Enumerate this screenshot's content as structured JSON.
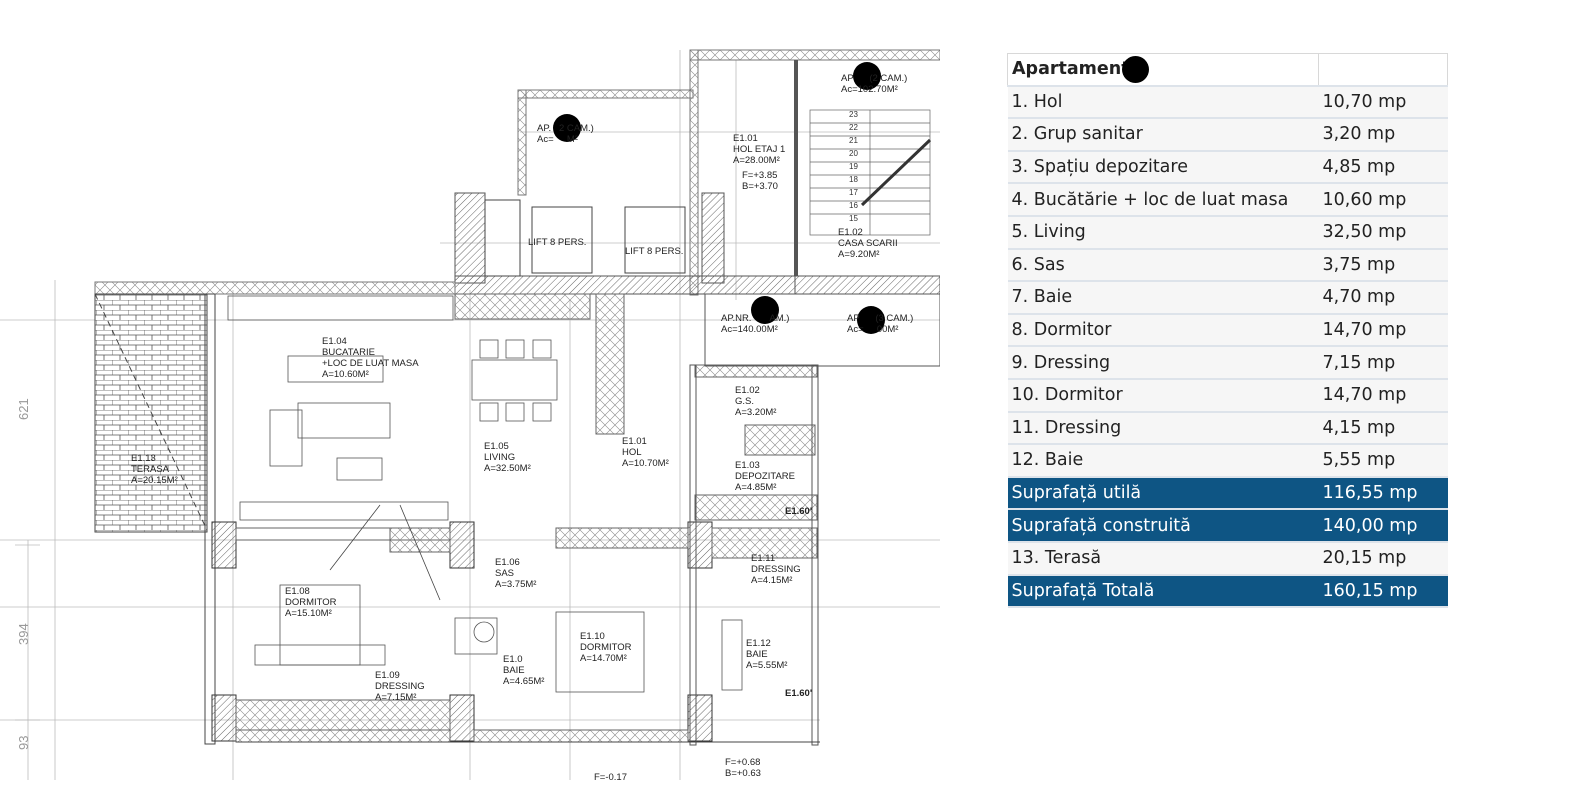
{
  "plan": {
    "rooms": [
      {
        "code": "E1.01",
        "name": "HOL ETAJ 1",
        "area": "A=28.00M²"
      },
      {
        "code": "E1.02",
        "name": "CASA SCARII",
        "area": "A=9.20M²"
      },
      {
        "code": "E1.04",
        "name": "BUCATARIE",
        "name2": "+LOC DE LUAT MASA",
        "area": "A=10.60M²"
      },
      {
        "code": "E1.05",
        "name": "LIVING",
        "area": "A=32.50M²"
      },
      {
        "code": "E1.01",
        "name": "HOL",
        "area": "A=10.70M²"
      },
      {
        "code": "E1.02",
        "name": "G.S.",
        "area": "A=3.20M²"
      },
      {
        "code": "E1.03",
        "name": "DEPOZITARE",
        "area": "A=4.85M²"
      },
      {
        "code": "E1.13",
        "name": "TERASA",
        "area": "A=20.15M²"
      },
      {
        "code": "E1.06",
        "name": "SAS",
        "area": "A=3.75M²"
      },
      {
        "code": "E1.08",
        "name": "DORMITOR",
        "area": "A=15.10M²"
      },
      {
        "code": "E1.09",
        "name": "DRESSING",
        "area": "A=7.15M²"
      },
      {
        "code": "E1.0",
        "name": "BAIE",
        "area": "A=4.65M²"
      },
      {
        "code": "E1.10",
        "name": "DORMITOR",
        "area": "A=14.70M²"
      },
      {
        "code": "E1.11",
        "name": "DRESSING",
        "area": "A=4.15M²"
      },
      {
        "code": "E1.12",
        "name": "BAIE",
        "area": "A=5.55M²"
      }
    ],
    "apartments": [
      {
        "name": "AP.   2 CAM.)",
        "area": "Ac=     M²"
      },
      {
        "name": "AP      (2 CAM.)",
        "area": "Ac=102.70M²"
      },
      {
        "name": "AP.NR.       AM.)",
        "area": "Ac=140.00M²"
      },
      {
        "name": "AP      (3 CAM.)",
        "area": "Ac=     00M²"
      }
    ],
    "lifts": [
      "LIFT 8 PERS.",
      "LIFT 8 PERS."
    ],
    "levels": {
      "hol_f": "F=+3.85",
      "hol_b": "B=+3.70",
      "exit_f": "F=+0.68",
      "exit_b": "B=+0.63",
      "exit_f2": "F=-0.17"
    },
    "side_dims": [
      "621",
      "394",
      "93"
    ],
    "stair_numbers": [
      "23",
      "22",
      "21",
      "20",
      "19",
      "18",
      "17",
      "16",
      "15"
    ],
    "tags": [
      "E1.60'",
      "E1.60'"
    ]
  },
  "table": {
    "header": "Apartament",
    "rows": [
      {
        "label": "1. Hol",
        "value": "10,70 mp"
      },
      {
        "label": "2. Grup sanitar",
        "value": "3,20 mp"
      },
      {
        "label": "3. Spațiu depozitare",
        "value": "4,85 mp"
      },
      {
        "label": "4. Bucătărie + loc de luat masa",
        "value": "10,60 mp"
      },
      {
        "label": "5. Living",
        "value": "32,50 mp"
      },
      {
        "label": "6. Sas",
        "value": "3,75 mp"
      },
      {
        "label": "7. Baie",
        "value": "4,70 mp"
      },
      {
        "label": "8. Dormitor",
        "value": "14,70 mp"
      },
      {
        "label": "9. Dressing",
        "value": "7,15 mp"
      },
      {
        "label": "10. Dormitor",
        "value": "14,70 mp"
      },
      {
        "label": "11. Dressing",
        "value": "4,15 mp"
      },
      {
        "label": "12. Baie",
        "value": "5,55 mp"
      }
    ],
    "util": {
      "label": "Suprafață utilă",
      "value": "116,55 mp"
    },
    "construita": {
      "label": "Suprafață construită",
      "value": "140,00 mp"
    },
    "terasa": {
      "label": "13. Terasă",
      "value": "20,15 mp"
    },
    "totala": {
      "label": "Suprafață Totală",
      "value": "160,15 mp"
    },
    "colors": {
      "total_row": "#0e5584",
      "row": "#f6f6f6",
      "separator": "#dde3ea"
    }
  }
}
